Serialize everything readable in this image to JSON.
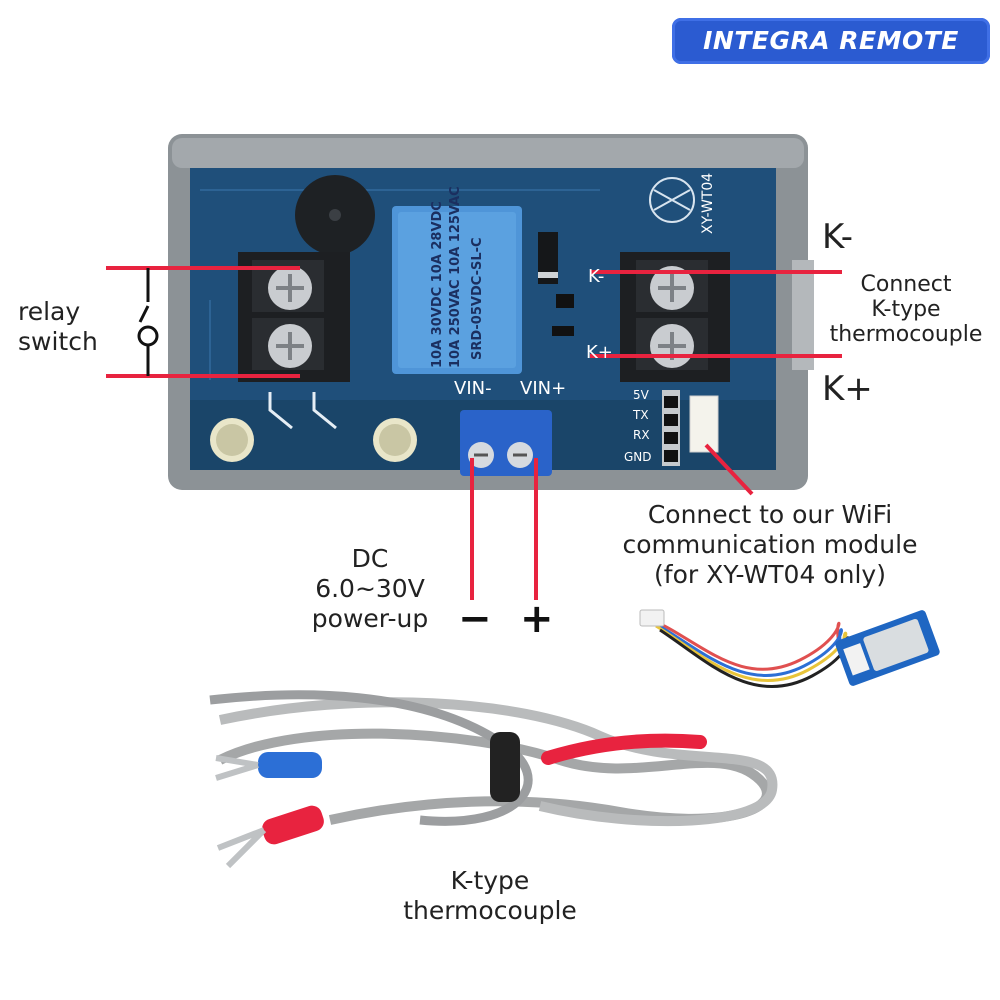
{
  "logo": {
    "text": "INTEGRA REMOTE"
  },
  "colors": {
    "accent_red": "#e8233f",
    "pcb_blue": "#1f4f7a",
    "case_gray": "#8c9296",
    "logo_blue": "#2b5bd1",
    "terminal_dark": "#1d1f22",
    "dc_terminal_blue": "#2a63c9"
  },
  "board": {
    "model": "XY-WT04",
    "relay_lines": [
      "SRD-05VDC-SL-C",
      "10A 250VAC 10A 125VAC",
      "10A 30VDC 10A 28VDC"
    ],
    "pin_labels": {
      "k_minus": "K-",
      "k_plus": "K+",
      "vin_minus": "VIN-",
      "vin_plus": "VIN+"
    },
    "header_pins": [
      "5V",
      "TX",
      "RX",
      "GND"
    ]
  },
  "labels": {
    "relay": [
      "relay",
      "switch"
    ],
    "k_minus": "K-",
    "k_plus": "K+",
    "thermocouple_connect": [
      "Connect",
      "K-type",
      "thermocouple"
    ],
    "wifi": [
      "Connect to our WiFi",
      "communication module",
      "(for XY-WT04 only)"
    ],
    "dc": [
      "DC",
      "6.0~30V",
      "power-up"
    ],
    "minus_sign": "−",
    "plus_sign": "+",
    "thermocouple": [
      "K-type",
      "thermocouple"
    ]
  }
}
